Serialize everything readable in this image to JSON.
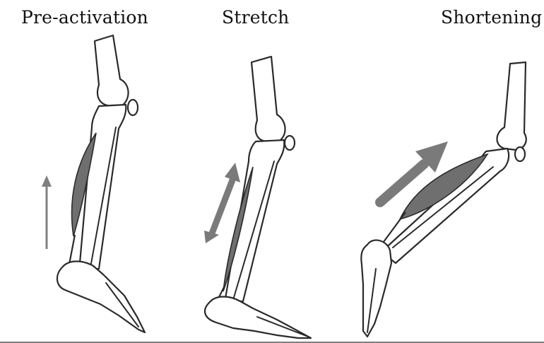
{
  "phases": [
    {
      "title": "Pre-activation",
      "arrow": "single-up"
    },
    {
      "title": "Stretch",
      "arrow": "double-diagonal"
    },
    {
      "title": "Shortening",
      "arrow": "bold-diagonal-up"
    }
  ],
  "colors": {
    "muscle": "#6f6f6f",
    "arrow_thin": "#808080",
    "arrow_bold": "#7a7a7a",
    "outline": "#2a2a2a"
  }
}
